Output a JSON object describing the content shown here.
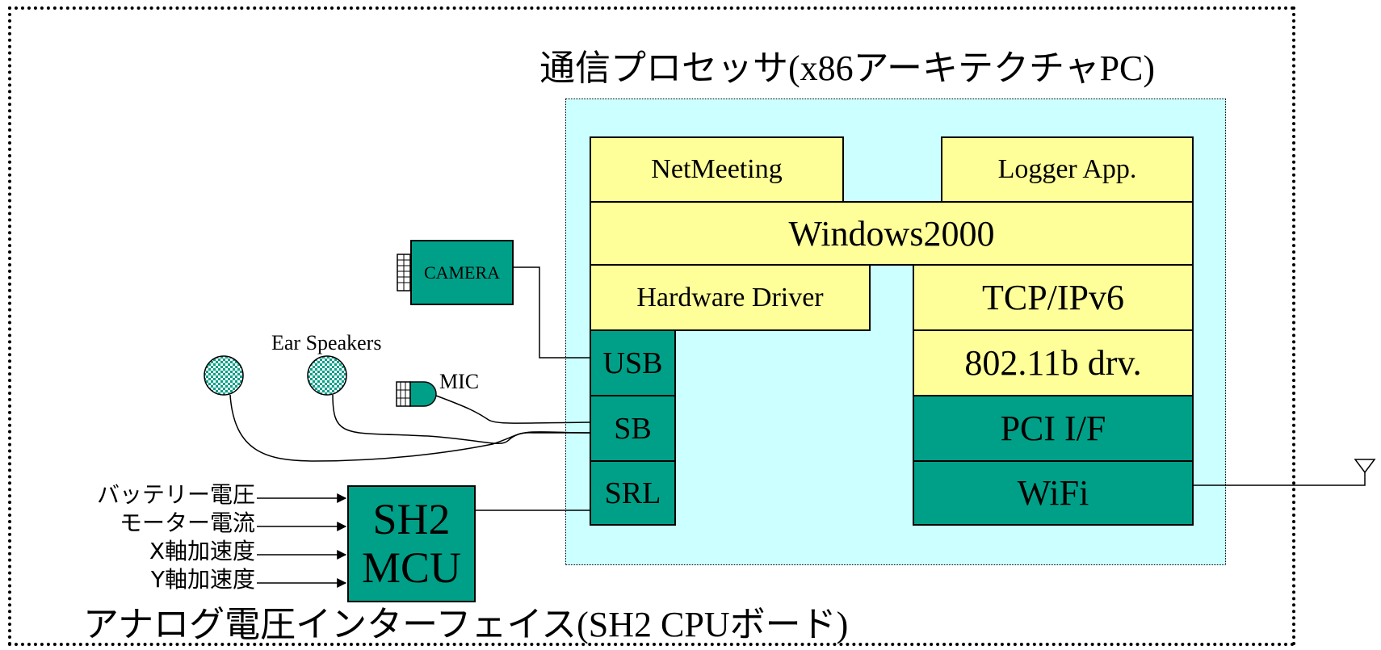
{
  "diagram": {
    "title_top": "通信プロセッサ(x86アーキテクチャPC)",
    "title_bottom": "アナログ電圧インターフェイス(SH2 CPUボード)",
    "blocks": {
      "netmeeting": "NetMeeting",
      "logger": "Logger App.",
      "windows": "Windows2000",
      "hw_driver": "Hardware Driver",
      "tcpip": "TCP/IPv6",
      "wifi_drv": "802.11b drv.",
      "pci": "PCI I/F",
      "wifi": "WiFi",
      "usb": "USB",
      "sb": "SB",
      "srl": "SRL",
      "sh2": "SH2",
      "mcu": "MCU"
    },
    "devices": {
      "camera": "CAMERA",
      "ear_speakers": "Ear Speakers",
      "mic": "MIC"
    },
    "sensor_inputs": [
      "バッテリー電圧",
      "モーター電流",
      "X軸加速度",
      "Y軸加速度"
    ]
  },
  "colors": {
    "cyan_panel": "#ccffff",
    "yellow_block": "#ffff99",
    "green_block": "#00a088"
  }
}
